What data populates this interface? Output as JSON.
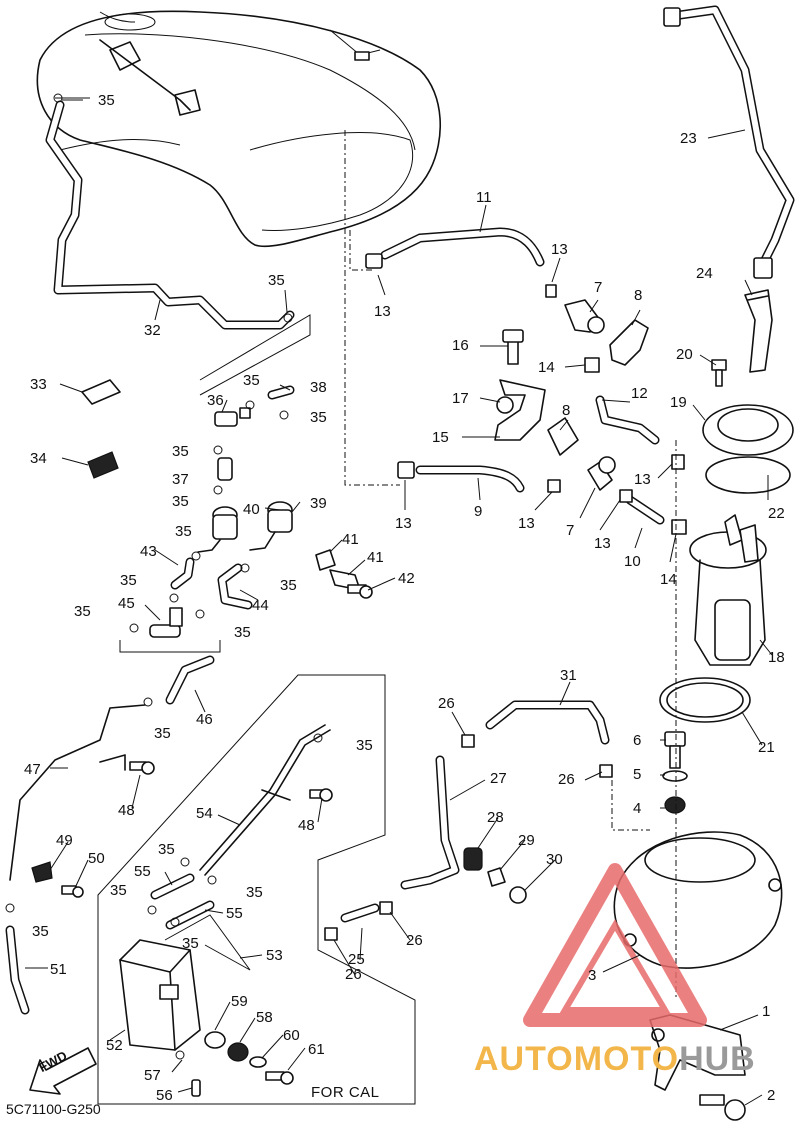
{
  "diagram": {
    "code": "5C71100-G250",
    "inset_label": "FOR CAL",
    "direction_label": "FWD",
    "watermark": {
      "text_orange": "AUTOMOTO",
      "text_gray": "HUB",
      "colors": {
        "orange": "#f2b64a",
        "gray": "#9a9a9a",
        "triangle": "#e86a6a"
      }
    },
    "parts": [
      {
        "num": "1",
        "label": "1"
      },
      {
        "num": "2",
        "label": "2"
      },
      {
        "num": "3",
        "label": "3"
      },
      {
        "num": "4",
        "label": "4"
      },
      {
        "num": "5",
        "label": "5"
      },
      {
        "num": "6",
        "label": "6"
      },
      {
        "num": "7",
        "label": "7"
      },
      {
        "num": "8",
        "label": "8"
      },
      {
        "num": "9",
        "label": "9"
      },
      {
        "num": "10",
        "label": "10"
      },
      {
        "num": "11",
        "label": "11"
      },
      {
        "num": "12",
        "label": "12"
      },
      {
        "num": "13",
        "label": "13"
      },
      {
        "num": "14",
        "label": "14"
      },
      {
        "num": "15",
        "label": "15"
      },
      {
        "num": "16",
        "label": "16"
      },
      {
        "num": "17",
        "label": "17"
      },
      {
        "num": "18",
        "label": "18"
      },
      {
        "num": "19",
        "label": "19"
      },
      {
        "num": "20",
        "label": "20"
      },
      {
        "num": "21",
        "label": "21"
      },
      {
        "num": "22",
        "label": "22"
      },
      {
        "num": "23",
        "label": "23"
      },
      {
        "num": "24",
        "label": "24"
      },
      {
        "num": "25",
        "label": "25"
      },
      {
        "num": "26",
        "label": "26"
      },
      {
        "num": "27",
        "label": "27"
      },
      {
        "num": "28",
        "label": "28"
      },
      {
        "num": "29",
        "label": "29"
      },
      {
        "num": "30",
        "label": "30"
      },
      {
        "num": "31",
        "label": "31"
      },
      {
        "num": "32",
        "label": "32"
      },
      {
        "num": "33",
        "label": "33"
      },
      {
        "num": "34",
        "label": "34"
      },
      {
        "num": "35",
        "label": "35"
      },
      {
        "num": "36",
        "label": "36"
      },
      {
        "num": "37",
        "label": "37"
      },
      {
        "num": "38",
        "label": "38"
      },
      {
        "num": "39",
        "label": "39"
      },
      {
        "num": "40",
        "label": "40"
      },
      {
        "num": "41",
        "label": "41"
      },
      {
        "num": "42",
        "label": "42"
      },
      {
        "num": "43",
        "label": "43"
      },
      {
        "num": "44",
        "label": "44"
      },
      {
        "num": "45",
        "label": "45"
      },
      {
        "num": "46",
        "label": "46"
      },
      {
        "num": "47",
        "label": "47"
      },
      {
        "num": "48",
        "label": "48"
      },
      {
        "num": "49",
        "label": "49"
      },
      {
        "num": "50",
        "label": "50"
      },
      {
        "num": "51",
        "label": "51"
      },
      {
        "num": "52",
        "label": "52"
      },
      {
        "num": "53",
        "label": "53"
      },
      {
        "num": "54",
        "label": "54"
      },
      {
        "num": "55",
        "label": "55"
      },
      {
        "num": "56",
        "label": "56"
      },
      {
        "num": "57",
        "label": "57"
      },
      {
        "num": "58",
        "label": "58"
      },
      {
        "num": "59",
        "label": "59"
      },
      {
        "num": "60",
        "label": "60"
      },
      {
        "num": "61",
        "label": "61"
      }
    ]
  }
}
